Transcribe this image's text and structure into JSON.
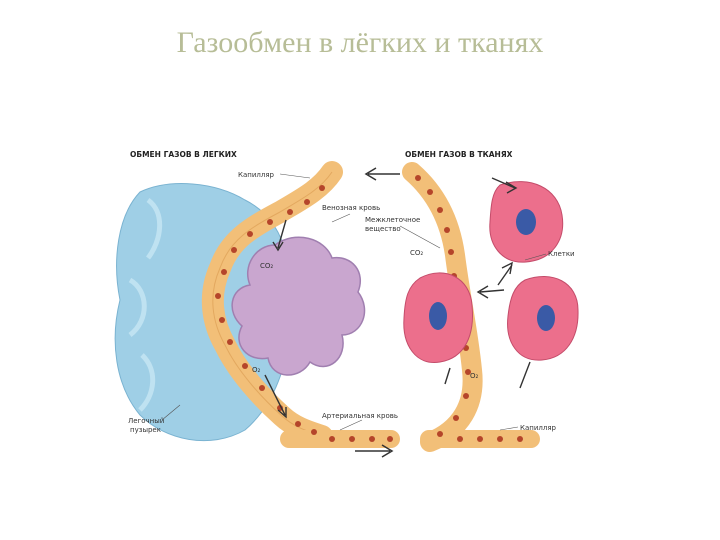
{
  "title": "Газообмен в лёгких и тканях",
  "diagram": {
    "lungs_header": "ОБМЕН ГАЗОВ В ЛЕГКИХ",
    "tissues_header": "ОБМЕН ГАЗОВ В ТКАНЯХ",
    "capillary_left": "Капилляр",
    "venous_blood": "Венозная кровь",
    "intercellular": [
      "Межклеточное",
      "вещество"
    ],
    "co2_tissue": "CO₂",
    "cells": "Клетки",
    "co2_lung": "CO₂",
    "o2_lung": "O₂",
    "o2_tissue": "O₂",
    "alveolus": [
      "Легочный",
      "пузырек"
    ],
    "arterial_blood": "Артериальная кровь",
    "capillary_right": "Капилляр"
  },
  "colors": {
    "title": "#b7bd97",
    "capillary": "#f2bf78",
    "blood_cell": "#b5452a",
    "alveolus_fill": "#c9a6cf",
    "lung_tissue": "#9fcfe6",
    "cell_fill": "#ec6f8c",
    "nucleus": "#3a5aa6"
  }
}
